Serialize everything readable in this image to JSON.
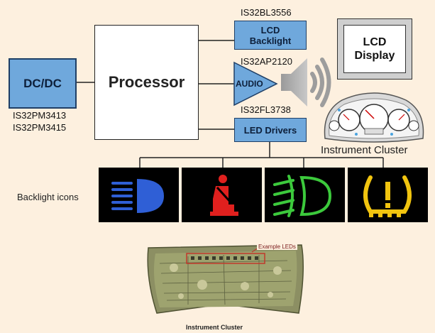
{
  "blocks": {
    "dcdc": "DC/DC",
    "processor": "Processor",
    "lcd_backlight_line1": "LCD",
    "lcd_backlight_line2": "Backlight",
    "audio": "AUDIO",
    "led_drivers": "LED Drivers",
    "lcd_display_line1": "LCD",
    "lcd_display_line2": "Display"
  },
  "part_numbers": {
    "backlight": "IS32BL3556",
    "audio": "IS32AP2120",
    "led": "IS32FL3738",
    "dcdc_1": "IS32PM3413",
    "dcdc_2": "IS32PM3415"
  },
  "labels": {
    "instrument_cluster": "Instrument Cluster",
    "backlight_icons": "Backlight icons",
    "example_leds": "Example LEDs",
    "pcb_caption": "Instrument Cluster"
  },
  "icons": [
    "headlight-icon",
    "seatbelt-icon",
    "fog-light-icon",
    "tire-pressure-icon"
  ],
  "colors": {
    "background": "#fdf0df",
    "block_fill": "#6fa8dc",
    "icon_blue": "#2f5fd6",
    "icon_red": "#e0201e",
    "icon_green": "#3cc93c",
    "icon_yellow": "#f1c40f"
  }
}
